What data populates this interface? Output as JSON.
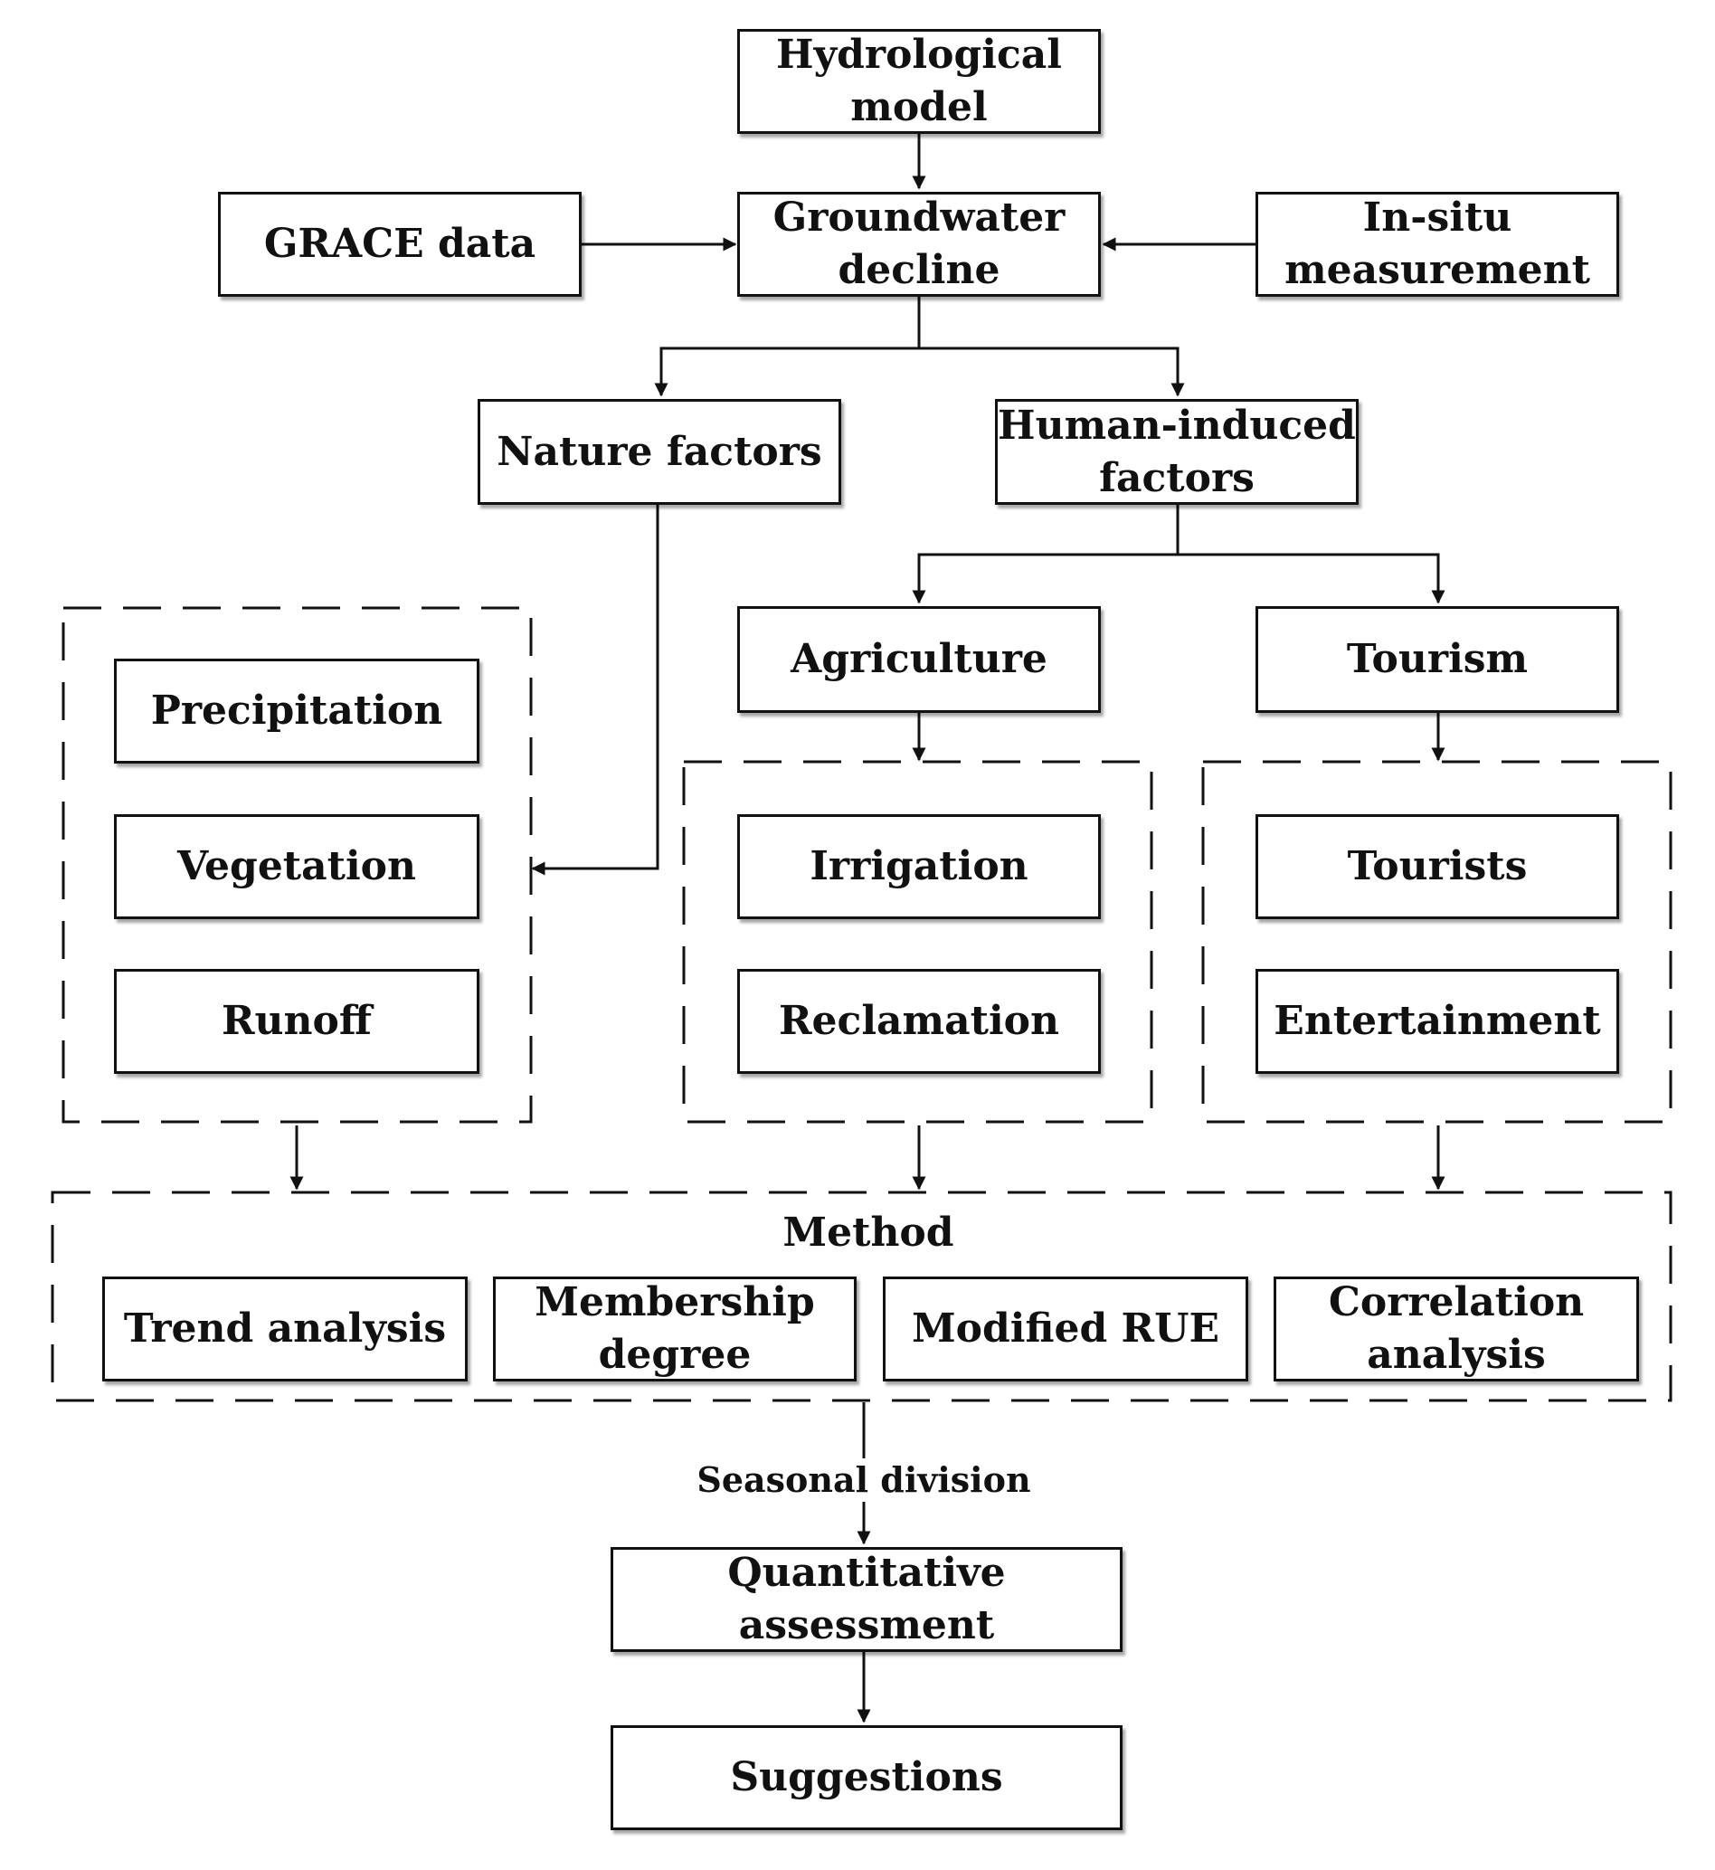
{
  "nodes": {
    "hydrological_model": "Hydrological\nmodel",
    "grace_data": "GRACE data",
    "groundwater_decline": "Groundwater\ndecline",
    "in_situ": "In-situ\nmeasurement",
    "nature_factors": "Nature factors",
    "human_factors": "Human-induced\nfactors",
    "agriculture": "Agriculture",
    "tourism": "Tourism",
    "precipitation": "Precipitation",
    "vegetation": "Vegetation",
    "runoff": "Runoff",
    "irrigation": "Irrigation",
    "reclamation": "Reclamation",
    "tourists": "Tourists",
    "entertainment": "Entertainment",
    "trend_analysis": "Trend analysis",
    "membership_degree": "Membership\ndegree",
    "modified_rue": "Modified RUE",
    "correlation_analysis": "Correlation\nanalysis",
    "quantitative_assessment": "Quantitative\nassessment",
    "suggestions": "Suggestions"
  },
  "labels": {
    "method": "Method",
    "seasonal_division": "Seasonal division"
  },
  "colors": {
    "stroke": "#111111",
    "background": "#ffffff"
  }
}
